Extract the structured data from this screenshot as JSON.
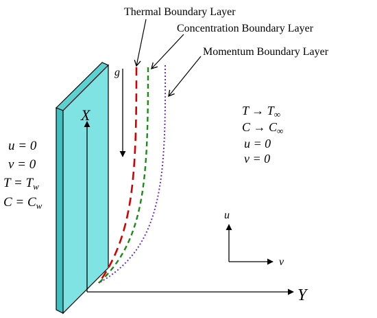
{
  "labels": {
    "thermal": "Thermal Boundary Layer",
    "concentration": "Concentration Boundary Layer",
    "momentum": "Momentum Boundary Layer",
    "gravity": "g",
    "x_axis": "X",
    "y_axis": "Y",
    "u_dir": "u",
    "v_dir": "v"
  },
  "wall_conditions": [
    "u = 0",
    "v = 0",
    "T = T_w",
    "C = C_w"
  ],
  "wall_conditions_display": {
    "u": "u = 0",
    "v": "v = 0",
    "T_lhs": "T = T",
    "T_sub": "w",
    "C_lhs": "C = C",
    "C_sub": "w"
  },
  "free_stream_display": {
    "T_lhs": "T → T",
    "T_sub": "∞",
    "C_lhs": "C → C",
    "C_sub": "∞",
    "u": "u = 0",
    "v": "v = 0"
  },
  "colors": {
    "plate_face": "#7fe3e3",
    "plate_edge": "#3fbfbf",
    "thermal": "#d40000",
    "concentration": "#1a8a1a",
    "momentum": "#6a2bbf",
    "axis": "#000000"
  }
}
